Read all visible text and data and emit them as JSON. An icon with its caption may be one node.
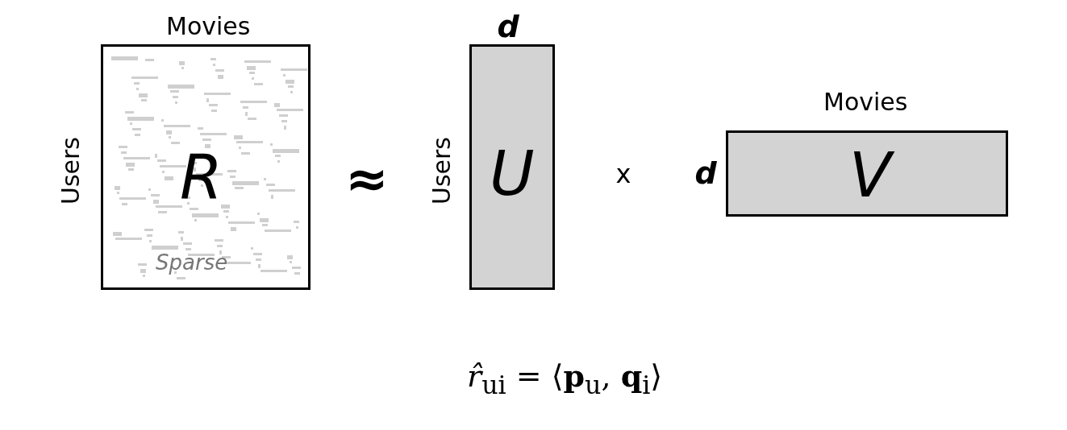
{
  "diagram": {
    "nodes": [
      {
        "text": [
          "R",
          "Sparse"
        ],
        "beside": [
          "Movies",
          "Users"
        ]
      },
      {
        "text": [
          "U"
        ],
        "beside": [
          "d",
          "Users"
        ]
      },
      {
        "text": [
          "V"
        ],
        "beside": [
          "Movies",
          "d"
        ]
      }
    ],
    "labels": [
      "≈",
      "x",
      "*r̂*$_{ui}$ = ⟨**p**$_{u}$, **q**$_{i}$⟩"
    ]
  }
}
